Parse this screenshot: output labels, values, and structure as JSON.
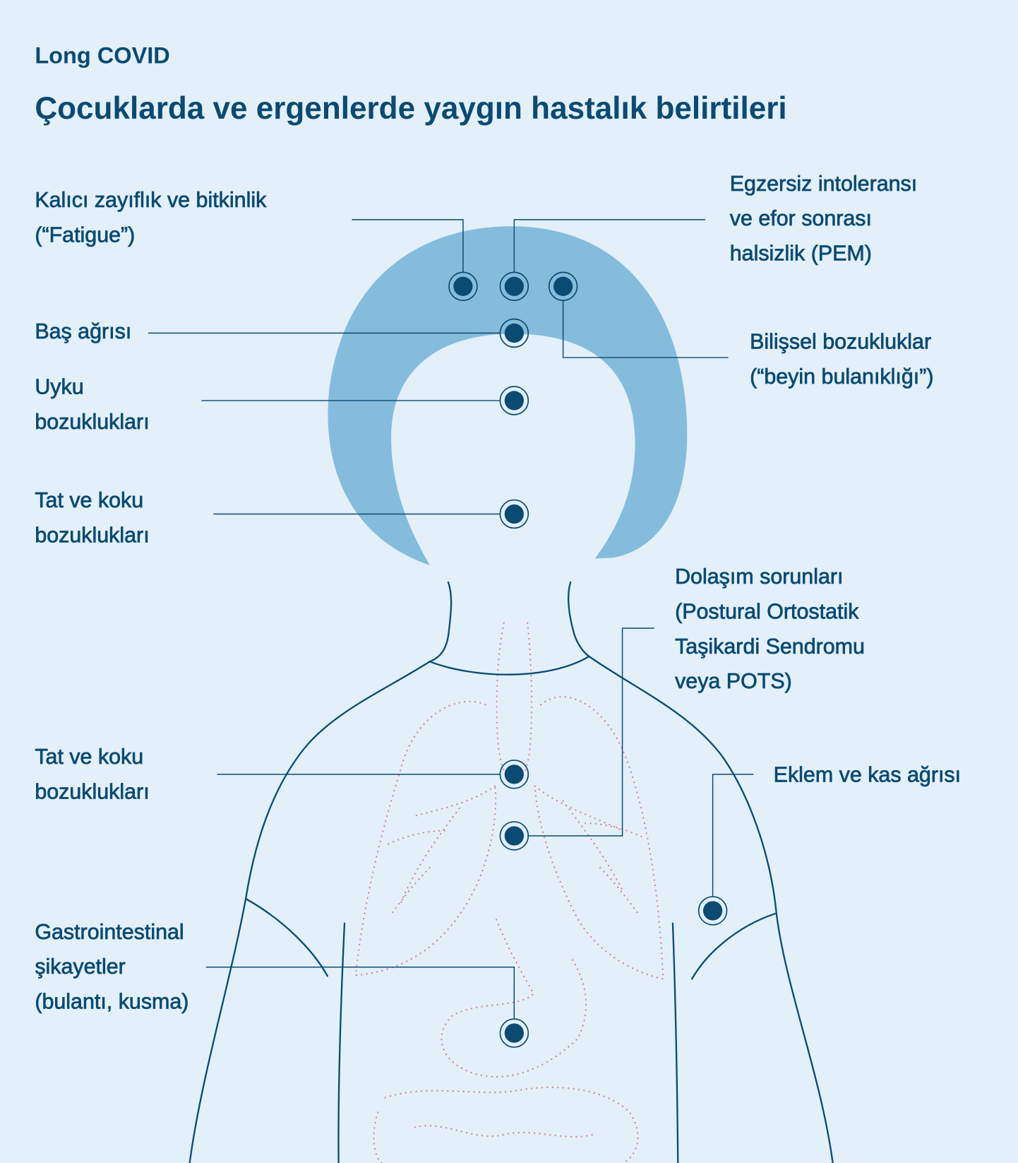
{
  "header": {
    "supertitle": "Long COVID",
    "title": "Çocuklarda ve ergenlerde yaygın hastalık belirtileri"
  },
  "colors": {
    "background": "#e3f0f9",
    "hair": "#85bcdc",
    "ink": "#0b4a72",
    "organs": "#d9849c"
  },
  "labels": {
    "fatigue": [
      "Kalıcı zayıflık ve bitkinlik",
      "(“Fatigue”)"
    ],
    "pem": [
      "Egzersiz intoleransı",
      "ve efor sonrası",
      "halsizlik (PEM)"
    ],
    "headache": [
      "Baş ağrısı"
    ],
    "cognitive": [
      "Bilişsel bozukluklar",
      "(“beyin bulanıklığı”)"
    ],
    "sleep": [
      "Uyku",
      "bozuklukları"
    ],
    "taste_smell_1": [
      "Tat ve koku",
      "bozuklukları"
    ],
    "circulation": [
      "Dolaşım sorunları",
      "(Postural Ortostatik",
      "Taşikardi Sendromu",
      "veya POTS)"
    ],
    "taste_smell_2": [
      "Tat ve koku",
      "bozuklukları"
    ],
    "joint_muscle": [
      "Eklem ve kas ağrısı"
    ],
    "gastro": [
      "Gastrointestinal",
      "şikayetler",
      "(bulantı, kusma)"
    ]
  }
}
